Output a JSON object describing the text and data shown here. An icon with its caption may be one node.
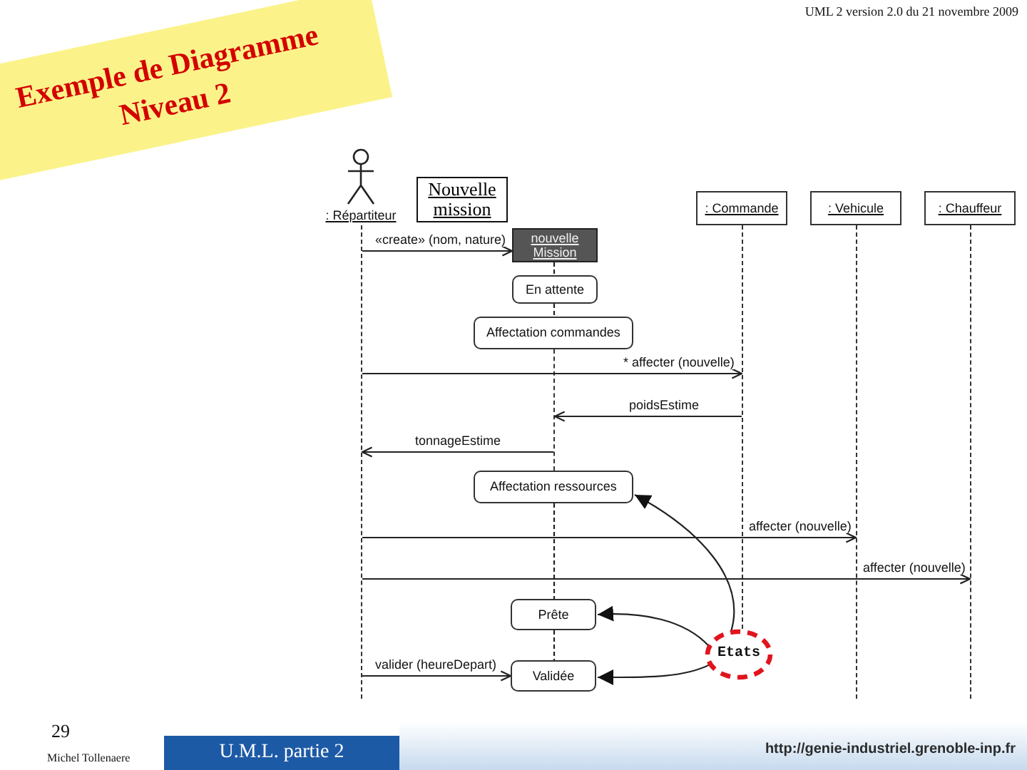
{
  "diagram": {
    "title": "Exemple de Diagramme Niveau 2",
    "nodes": [
      {
        "text": [
          ": Répartiteur"
        ]
      },
      {
        "text": [
          "Nouvelle mission"
        ]
      },
      {
        "text": [
          ": Commande"
        ]
      },
      {
        "text": [
          ": Vehicule"
        ]
      },
      {
        "text": [
          ": Chauffeur"
        ]
      },
      {
        "text": [
          "nouvelle Mission"
        ]
      },
      {
        "text": [
          "En attente"
        ]
      },
      {
        "text": [
          "Affectation commandes"
        ]
      },
      {
        "text": [
          "Affectation ressources"
        ]
      },
      {
        "text": [
          "Prête"
        ]
      },
      {
        "text": [
          "Etats"
        ]
      },
      {
        "text": [
          "Validée"
        ]
      },
      {
        "text": [],
        "shape": "line"
      },
      {
        "text": [],
        "shape": "line"
      },
      {
        "text": [],
        "shape": "line"
      },
      {
        "text": [],
        "shape": "line"
      },
      {
        "text": [],
        "shape": "line"
      }
    ],
    "edges": [
      {
        "from": 12,
        "to": 5,
        "arrow": "to",
        "label": "«create» (nom, nature)"
      },
      {
        "from": 12,
        "to": 14,
        "arrow": "to",
        "label": "* affecter (nouvelle)"
      },
      {
        "from": 14,
        "to": 13,
        "arrow": "to",
        "label": "poidsEstime"
      },
      {
        "from": 13,
        "to": 12,
        "arrow": "to",
        "label": "tonnageEstime"
      },
      {
        "from": 12,
        "to": 15,
        "arrow": "to",
        "label": "affecter (nouvelle)"
      },
      {
        "from": 12,
        "to": 16,
        "arrow": "to",
        "label": "affecter (nouvelle)"
      },
      {
        "from": 12,
        "to": 11,
        "arrow": "to",
        "label": "valider (heureDepart)"
      },
      {
        "from": 10,
        "to": 8,
        "arrow": "to"
      },
      {
        "from": 10,
        "to": 9,
        "arrow": "to"
      },
      {
        "from": 10,
        "to": 11,
        "arrow": "to"
      },
      {
        "from": 5,
        "to": 6,
        "arrow": "none",
        "style": "dashed"
      },
      {
        "from": 6,
        "to": 7,
        "arrow": "none",
        "style": "dashed"
      },
      {
        "from": 8,
        "to": 9,
        "arrow": "none",
        "style": "dashed"
      },
      {
        "from": 9,
        "to": 11,
        "arrow": "none",
        "style": "dashed"
      }
    ],
    "labels": [
      "UML 2 version 2.0 du 21 novembre 2009",
      "29",
      "Michel Tollenaere",
      "U.M.L. partie 2",
      "http://genie-industriel.grenoble-inp.fr"
    ]
  }
}
